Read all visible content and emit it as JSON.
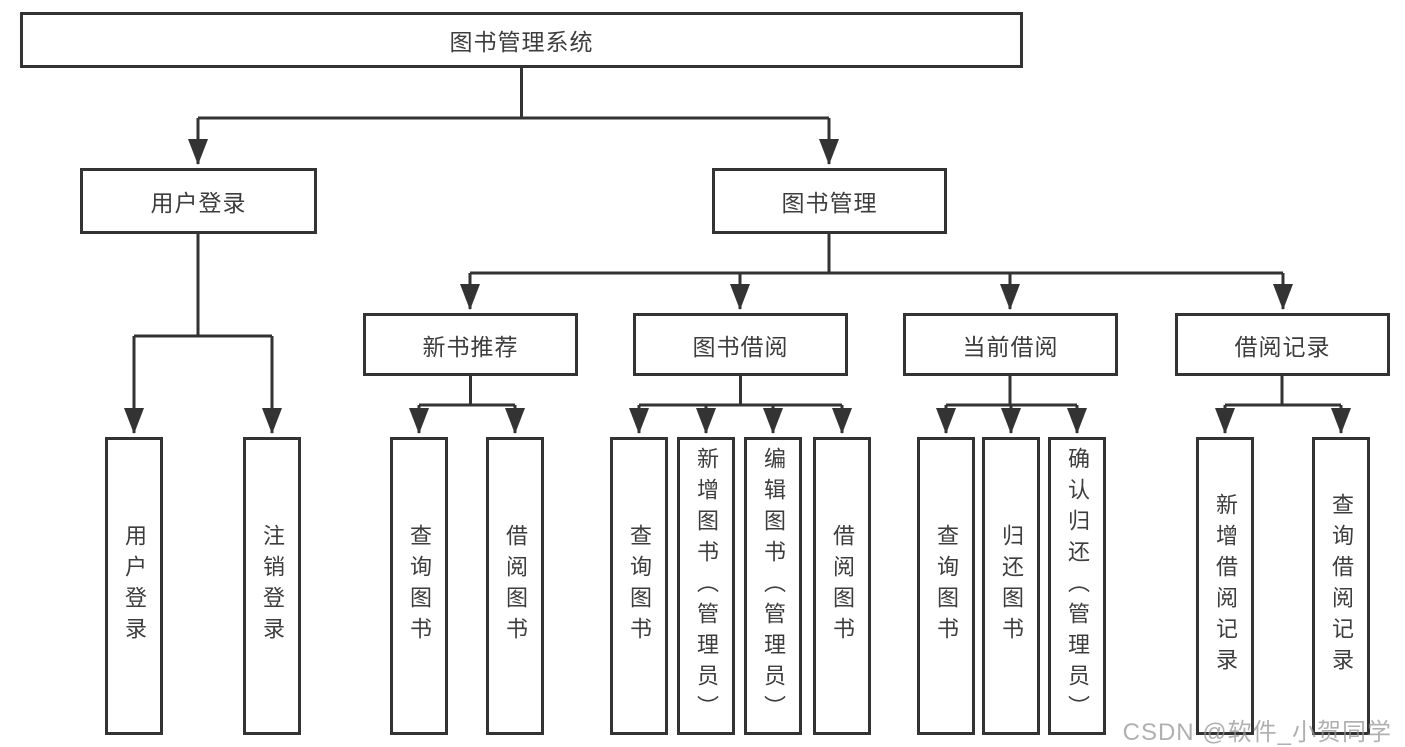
{
  "diagram": {
    "root": {
      "label": "图书管理系统"
    },
    "level2": [
      {
        "label": "用户登录"
      },
      {
        "label": "图书管理"
      }
    ],
    "level3": [
      {
        "label": "新书推荐"
      },
      {
        "label": "图书借阅"
      },
      {
        "label": "当前借阅"
      },
      {
        "label": "借阅记录"
      }
    ],
    "leaves": [
      {
        "label": "用户登录"
      },
      {
        "label": "注销登录"
      },
      {
        "label": "查询图书"
      },
      {
        "label": "借阅图书"
      },
      {
        "label": "查询图书"
      },
      {
        "label": "新增图书（管理员）"
      },
      {
        "label": "编辑图书（管理员）"
      },
      {
        "label": "借阅图书"
      },
      {
        "label": "查询图书"
      },
      {
        "label": "归还图书"
      },
      {
        "label": "确认归还（管理员）"
      },
      {
        "label": "新增借阅记录"
      },
      {
        "label": "查询借阅记录"
      }
    ]
  },
  "watermark": {
    "text": "CSDN @软件_小贺同学"
  },
  "colors": {
    "line": "#333333",
    "text": "#3d3d3d",
    "watermark": "#969696",
    "background": "#ffffff"
  }
}
